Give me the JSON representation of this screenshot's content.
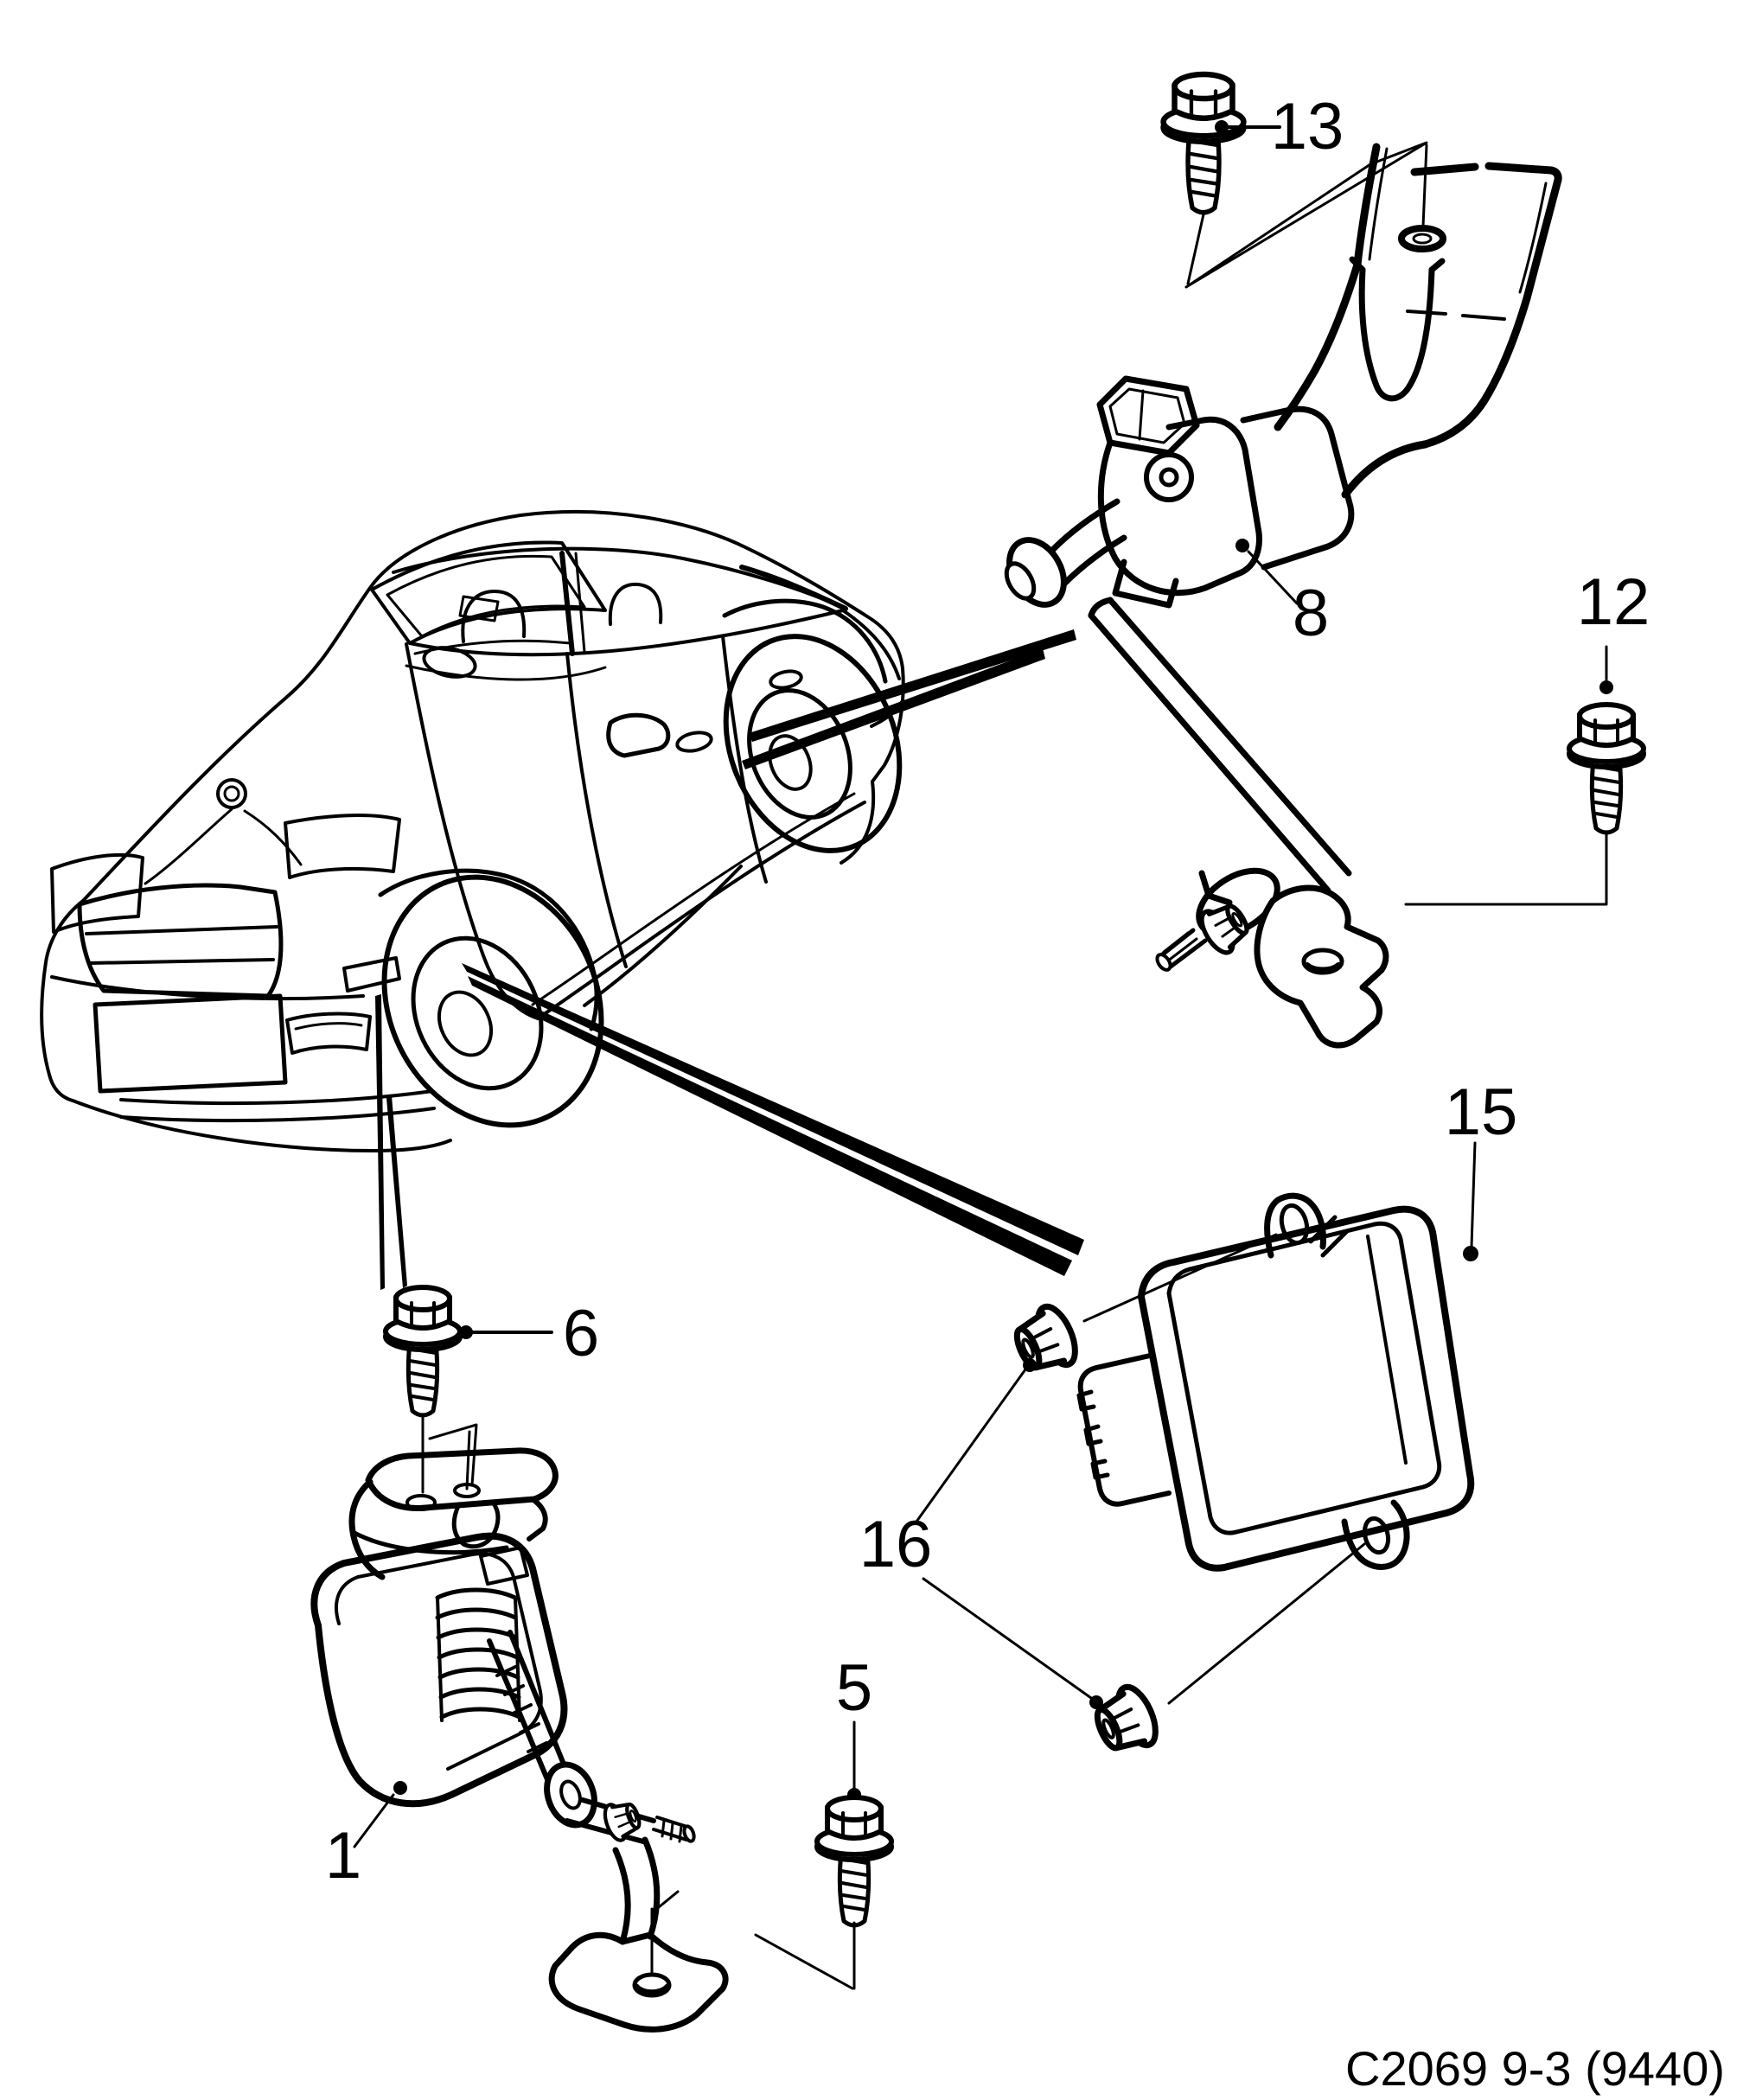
{
  "page": {
    "background_color": "#ffffff",
    "line_color": "#000000"
  },
  "figure": {
    "type": "exploded-parts-line-diagram",
    "subject": "vehicle headlamp level sensors and control module",
    "caption": "C2069 9-3 (9440)",
    "callouts": {
      "c1": "1",
      "c5": "5",
      "c6": "6",
      "c8": "8",
      "c12": "12",
      "c13": "13",
      "c15": "15",
      "c16": "16"
    }
  }
}
